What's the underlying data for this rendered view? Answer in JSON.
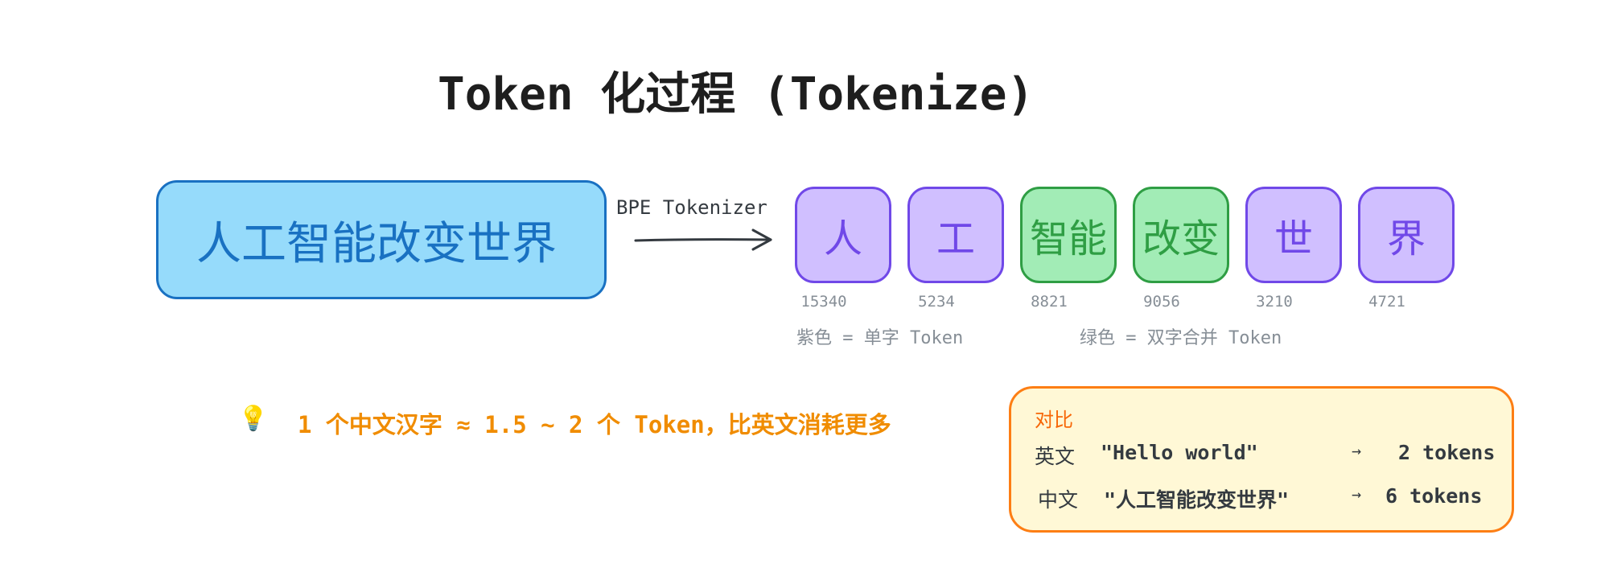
{
  "title": "Token 化过程 (Tokenize)",
  "input_text": "人工智能改变世界",
  "arrow_label": "BPE Tokenizer",
  "tokens": [
    {
      "text": "人",
      "id": "15340",
      "kind": "single"
    },
    {
      "text": "工",
      "id": "5234",
      "kind": "single"
    },
    {
      "text": "智能",
      "id": "8821",
      "kind": "merged"
    },
    {
      "text": "改变",
      "id": "9056",
      "kind": "merged"
    },
    {
      "text": "世",
      "id": "3210",
      "kind": "single"
    },
    {
      "text": "界",
      "id": "4721",
      "kind": "single"
    }
  ],
  "legend": {
    "single": "紫色 = 单字 Token",
    "merged": "绿色 = 双字合并 Token"
  },
  "note": {
    "icon": "lightbulb-icon",
    "text": "1 个中文汉字 ≈ 1.5 ~ 2 个 Token，比英文消耗更多"
  },
  "comparison": {
    "title": "对比",
    "rows": [
      {
        "lang": "英文",
        "example": "\"Hello world\"",
        "arrow": "→",
        "count": "2 tokens"
      },
      {
        "lang": "中文",
        "example": "\"人工智能改变世界\"",
        "arrow": "→",
        "count": "6 tokens"
      }
    ]
  },
  "colors": {
    "single_fill": "#d0bfff",
    "single_stroke": "#7048e8",
    "merged_fill": "#a2ecb6",
    "merged_stroke": "#2f9e44",
    "input_fill": "#96dbfb",
    "input_stroke": "#1971c2",
    "note": "#f08c00",
    "compare_fill": "#fff8d6",
    "compare_stroke": "#fd7e14"
  }
}
